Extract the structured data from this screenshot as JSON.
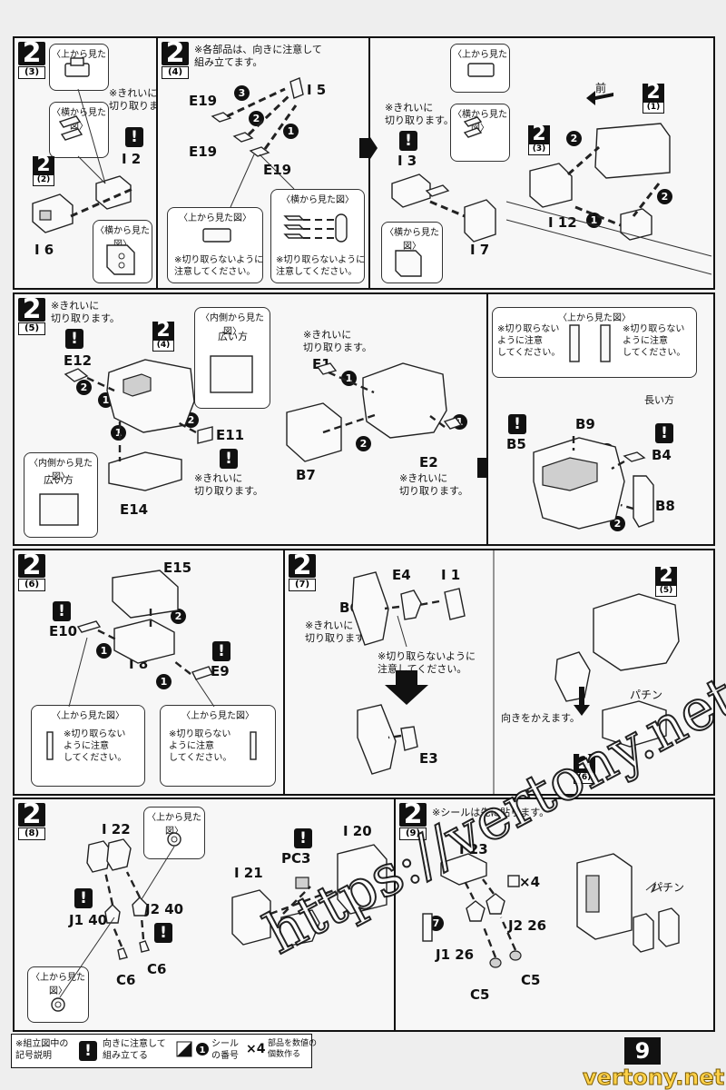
{
  "page_number": "9",
  "watermark": "https://vertony.net",
  "brand": "vertony.net",
  "common": {
    "top_view": "〈上から見た図〉",
    "side_view": "〈横から見た図〉",
    "inner_view": "〈内側から見た図〉",
    "clean_cut": "※きれいに\n切り取ります。",
    "no_cut": "※切り取らないように\n注意してください。",
    "no_cut_3": "※切り取らない\nように注意\nしてください。",
    "wide": "広い方",
    "long": "長い方"
  },
  "steps": [
    {
      "num": "2",
      "sub": "(3)",
      "parts": [
        "I 2",
        "I 6"
      ],
      "refs": [
        {
          "big": "2",
          "sub": "(2)"
        }
      ]
    },
    {
      "num": "2",
      "sub": "(4)",
      "note": "※各部品は、向きに注意して\n組み立てます。",
      "parts": [
        "E19",
        "E19",
        "E19",
        "I 5",
        "I 3",
        "I 7",
        "I 12"
      ],
      "refs": [
        {
          "big": "2",
          "sub": "(3)"
        },
        {
          "big": "2",
          "sub": "(1)"
        }
      ],
      "front": "前"
    },
    {
      "num": "2",
      "sub": "(5)",
      "parts": [
        "E12",
        "E11",
        "E14",
        "E1",
        "E2",
        "B7",
        "B9",
        "B5",
        "B4",
        "B8"
      ],
      "refs": [
        {
          "big": "2",
          "sub": "(4)"
        }
      ]
    },
    {
      "num": "2",
      "sub": "(6)",
      "parts": [
        "E15",
        "E10",
        "I 8",
        "E9"
      ]
    },
    {
      "num": "2",
      "sub": "(7)",
      "parts": [
        "E4",
        "I 1",
        "B6",
        "E3"
      ],
      "refs": [
        {
          "big": "2",
          "sub": "(5)"
        },
        {
          "big": "2",
          "sub": "(6)"
        }
      ],
      "turn": "向きをかえます。",
      "snap": "パチン"
    },
    {
      "num": "2",
      "sub": "(8)",
      "parts": [
        "I 22",
        "J1 40",
        "J2 40",
        "C6",
        "C6",
        "PC3",
        "I 20",
        "I 21"
      ]
    },
    {
      "num": "2",
      "sub": "(9)",
      "note": "※シールは先に貼ります。",
      "parts": [
        "I 23",
        "J2 26",
        "J1 26",
        "C5",
        "C5"
      ],
      "sticker": "7",
      "count": "×4",
      "snap": "パチン"
    }
  ],
  "legend": {
    "title": "※組立図中の\n記号説明",
    "excl": "向きに注意して\n組み立てる",
    "sticker": "シール\nの番号",
    "count_mark": "×4",
    "count": "部品を数値の\n個数作る"
  }
}
